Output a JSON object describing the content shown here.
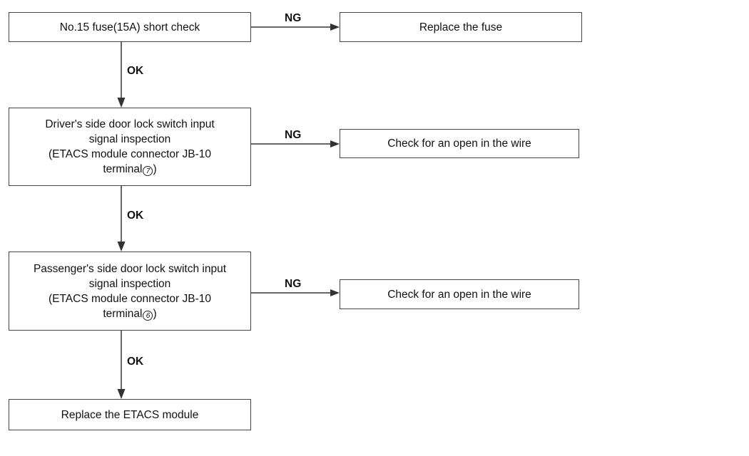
{
  "steps": {
    "fuse_check": {
      "lines": [
        "No.15 fuse(15A) short check"
      ]
    },
    "driver_inspection": {
      "lines": [
        "Driver's side door lock switch input",
        "signal inspection",
        "(ETACS module connector JB-10"
      ],
      "last_prefix": "terminal",
      "terminal": "7",
      "last_suffix": ")"
    },
    "passenger_inspection": {
      "lines": [
        "Passenger's side door lock switch input",
        "signal inspection",
        "(ETACS module connector JB-10"
      ],
      "last_prefix": "terminal",
      "terminal": "6",
      "last_suffix": ")"
    },
    "replace_module": {
      "lines": [
        "Replace the ETACS module"
      ]
    }
  },
  "actions": {
    "replace_fuse": "Replace the fuse",
    "check_open_1": "Check for an open in the wire",
    "check_open_2": "Check for an open in the wire"
  },
  "labels": {
    "ng_1": "NG",
    "ng_2": "NG",
    "ng_3": "NG",
    "ok_1": "OK",
    "ok_2": "OK",
    "ok_3": "OK"
  }
}
